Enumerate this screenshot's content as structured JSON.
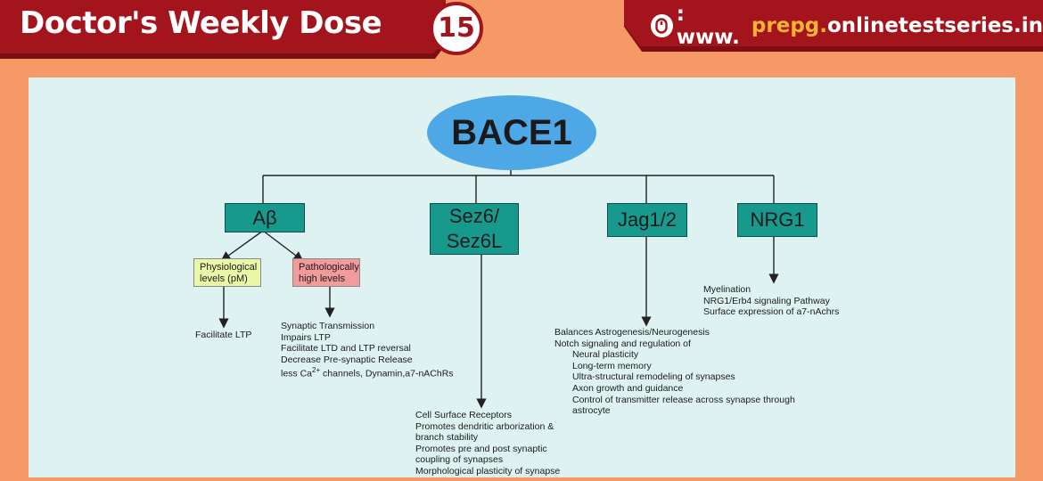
{
  "header": {
    "title": "Doctor's Weekly Dose",
    "issue": "15",
    "url_prefix": ": www.",
    "url_accent": "prepg.",
    "url_rest": "onlinetestseries.in"
  },
  "diagram": {
    "root": "BACE1",
    "abeta": {
      "label": "Aβ",
      "physio": "Physiological levels (pM)",
      "physio_effect": "Facilitate LTP",
      "patho": "Pathologically high levels",
      "patho_effects": [
        "Synaptic Transmission",
        "Impairs LTP",
        "Facilitate LTD and LTP reversal",
        "Decrease Pre-synaptic Release"
      ],
      "patho_last_a": "less Ca",
      "patho_last_sup": "2+",
      "patho_last_b": " channels, Dynamin,a7-nAChRs"
    },
    "sez6": {
      "label_1": "Sez6/",
      "label_2": "Sez6L",
      "effects": [
        "Cell Surface Receptors",
        "Promotes dendritic arborization &",
        "branch stability",
        "Promotes pre and post synaptic",
        "coupling of synapses",
        "Morphological plasticity of synapse"
      ]
    },
    "jag": {
      "label": "Jag1/2",
      "effects": [
        "Balances Astrogenesis/Neurogenesis",
        "Notch signaling and regulation of"
      ],
      "sub_effects": [
        "Neural plasticity",
        "Long-term memory",
        "Ultra-structural remodeling of synapses",
        "Axon growth and guidance",
        "Control of transmitter release across synapse through",
        "astrocyte"
      ]
    },
    "nrg": {
      "label": "NRG1",
      "effects": [
        "Myelination",
        "NRG1/Erb4 signaling Pathway",
        "Surface expression of a7-nAchrs"
      ]
    }
  },
  "colors": {
    "banner_red": "#a3141c",
    "background_orange": "#f59a66",
    "url_accent": "#f7b433",
    "teal_box": "#17998e",
    "root_blue": "#4fa8e6",
    "physio_yellow": "#e9f7a6",
    "patho_pink": "#f39a9a"
  }
}
